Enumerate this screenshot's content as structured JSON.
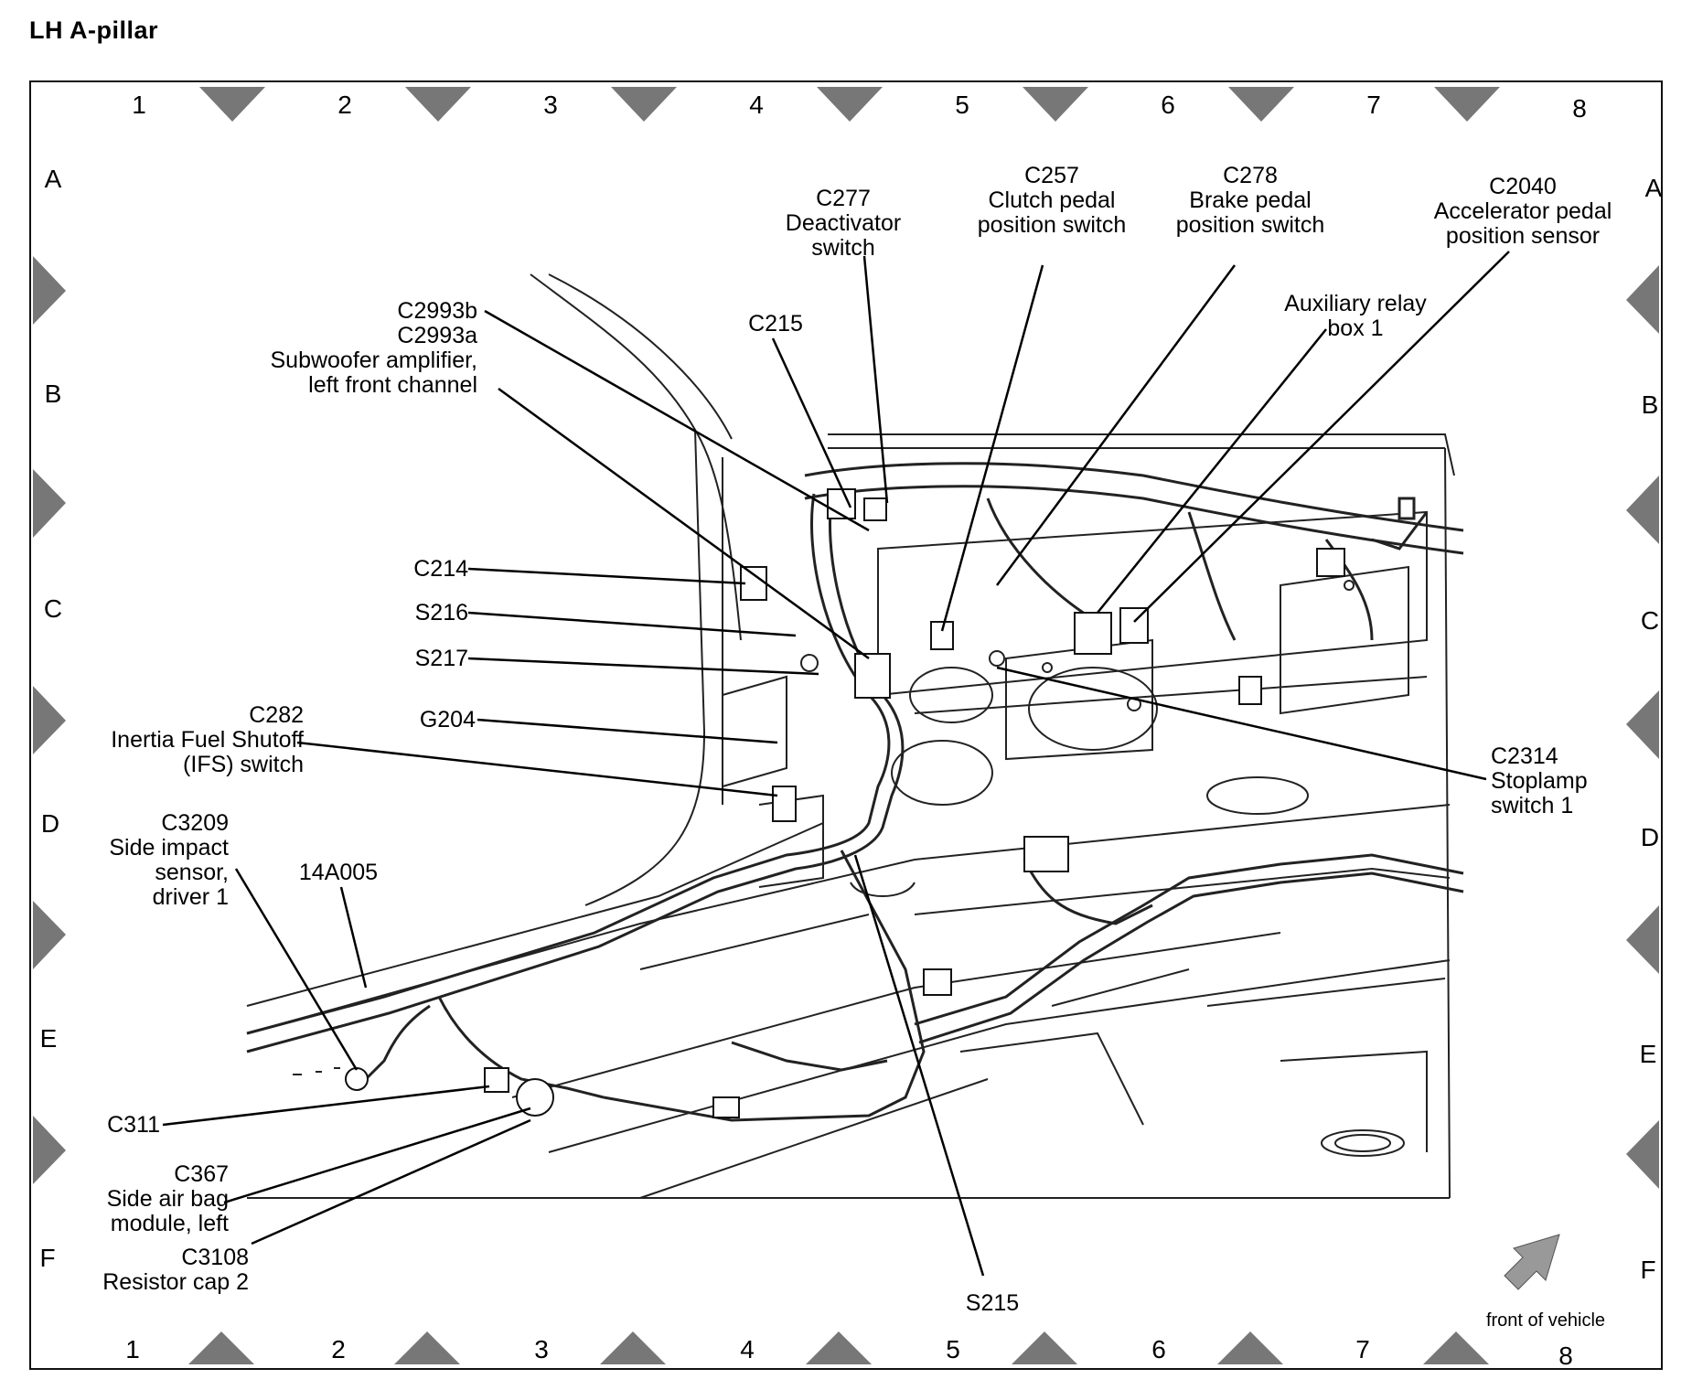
{
  "title": "LH  A-pillar",
  "grid": {
    "columns": [
      "1",
      "2",
      "3",
      "4",
      "5",
      "6",
      "7",
      "8"
    ],
    "rows": [
      "A",
      "B",
      "C",
      "D",
      "E",
      "F"
    ]
  },
  "labels": {
    "c277": [
      "C277",
      "Deactivator",
      "switch"
    ],
    "c257": [
      "C257",
      "Clutch pedal",
      "position switch"
    ],
    "c278": [
      "C278",
      "Brake pedal",
      "position switch"
    ],
    "c2040": [
      "C2040",
      "Accelerator pedal",
      "position sensor"
    ],
    "aux_relay": [
      "Auxiliary relay",
      "box 1"
    ],
    "c2993": [
      "C2993b",
      "C2993a",
      "Subwoofer amplifier,",
      "left front channel"
    ],
    "c215": "C215",
    "c214": "C214",
    "s216": "S216",
    "s217": "S217",
    "g204": "G204",
    "c282": [
      "C282",
      "Inertia Fuel Shutoff",
      "(IFS) switch"
    ],
    "c3209": [
      "C3209",
      "Side impact",
      "sensor,",
      "driver 1"
    ],
    "n14a005": "14A005",
    "c311": "C311",
    "c367": [
      "C367",
      "Side air bag",
      "module, left"
    ],
    "c3108": [
      "C3108",
      "Resistor cap 2"
    ],
    "s215": "S215",
    "c2314": [
      "C2314",
      "Stoplamp",
      "switch 1"
    ],
    "front": "front of vehicle"
  }
}
